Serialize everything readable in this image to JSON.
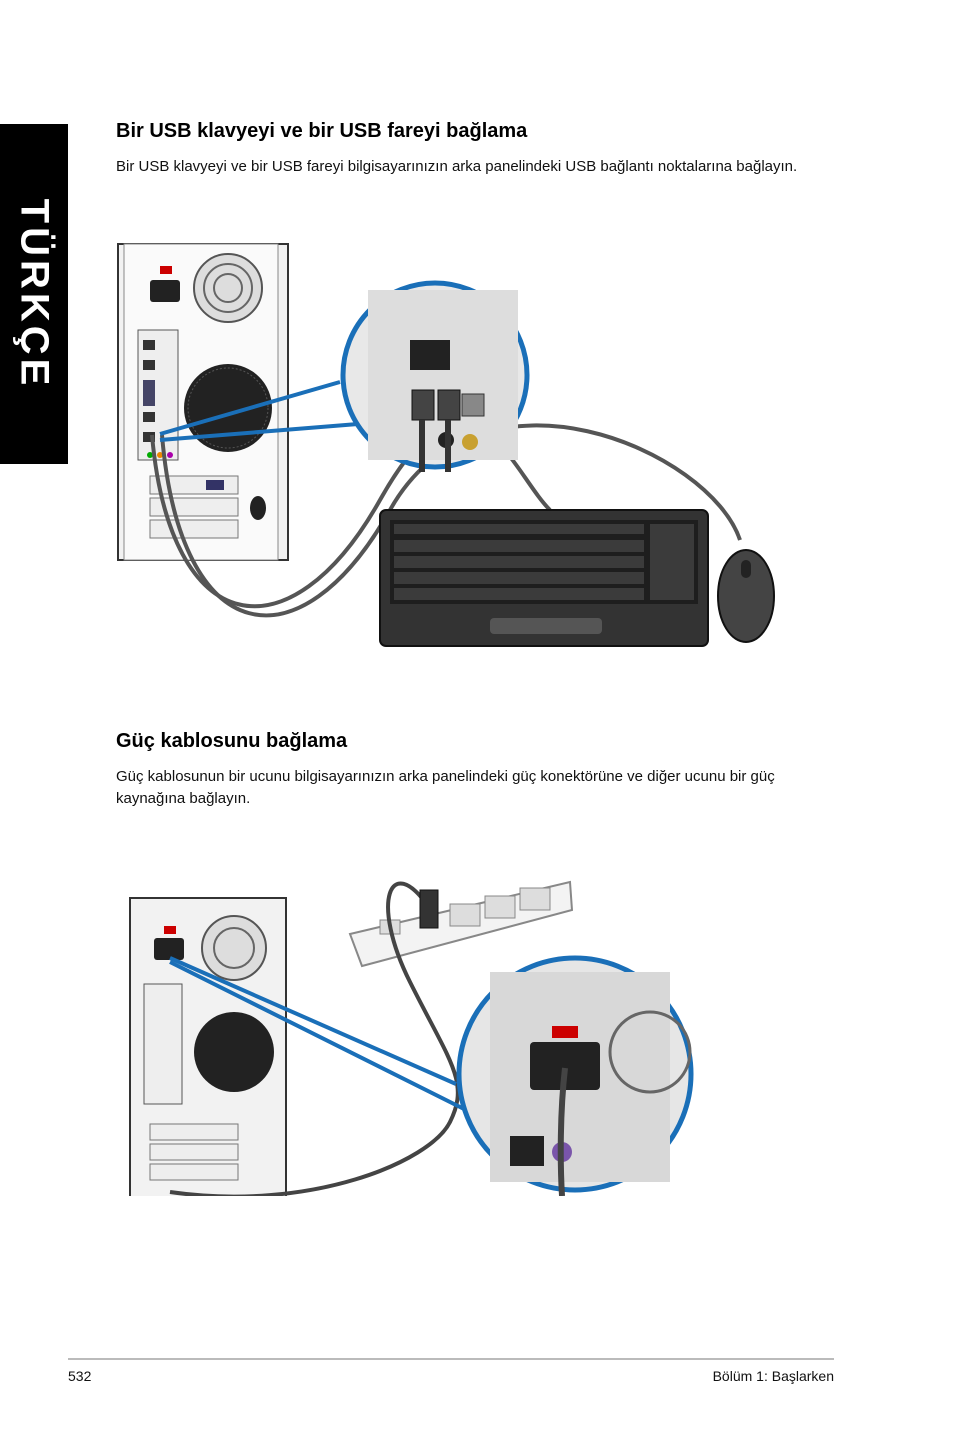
{
  "side_tab": {
    "label": "TÜRKÇE"
  },
  "section1": {
    "title": "Bir USB klavyeyi ve bir USB fareyi bağlama",
    "body": "Bir USB klavyeyi ve bir USB fareyi bilgisayarınızın arka panelindeki USB bağlantı noktalarına bağlayın."
  },
  "section2": {
    "title": "Güç kablosunu bağlama",
    "body": "Güç kablosunun bir ucunu bilgisayarınızın arka panelindeki güç konektörüne ve diğer ucunu bir güç kaynağına bağlayın."
  },
  "footer": {
    "page_number": "532",
    "chapter": "Bölüm 1:  Başlarken"
  },
  "colors": {
    "callout_blue": "#1a6fb8",
    "tab_black": "#000000"
  }
}
